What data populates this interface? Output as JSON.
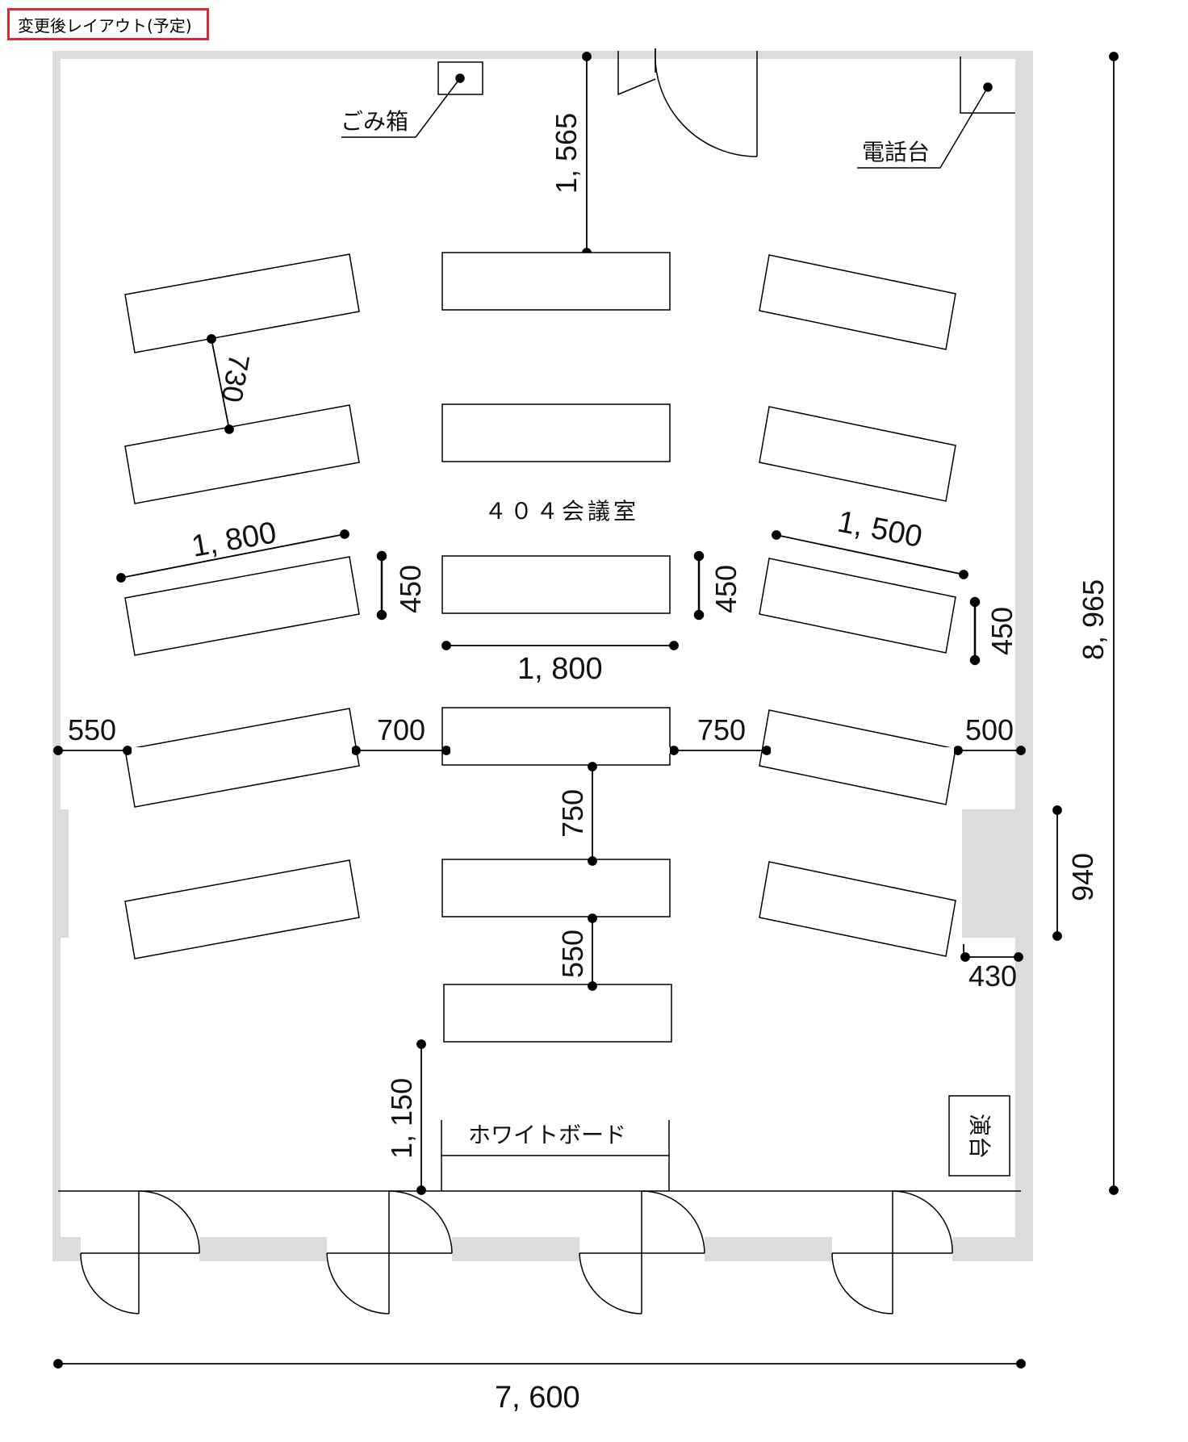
{
  "header": {
    "title": "変更後レイアウト(予定)"
  },
  "room": {
    "name": "４０４会議室"
  },
  "labels": {
    "trash": "ごみ箱",
    "phone": "電話台",
    "whiteboard": "ホワイトボード",
    "podium": "演台"
  },
  "dimensions": {
    "door_to_table": "1, 565",
    "diagonal_gap": "730",
    "left_table_length": "1, 800",
    "right_table_length": "1, 500",
    "left_table_depth": "450",
    "center_table_depth": "450",
    "right_table_depth": "450",
    "center_table_length": "1, 800",
    "left_wall_gap": "550",
    "left_aisle": "700",
    "right_aisle": "750",
    "right_wall_gap": "500",
    "center_row_gap": "750",
    "center_row_gap_lower": "550",
    "whiteboard_gap": "1, 150",
    "pillar_height": "940",
    "pillar_depth": "430",
    "room_depth": "8, 965",
    "room_width": "7, 600"
  },
  "colors": {
    "wall": "#dcdcdc",
    "line": "#000000",
    "title_border": "#d42a34"
  }
}
